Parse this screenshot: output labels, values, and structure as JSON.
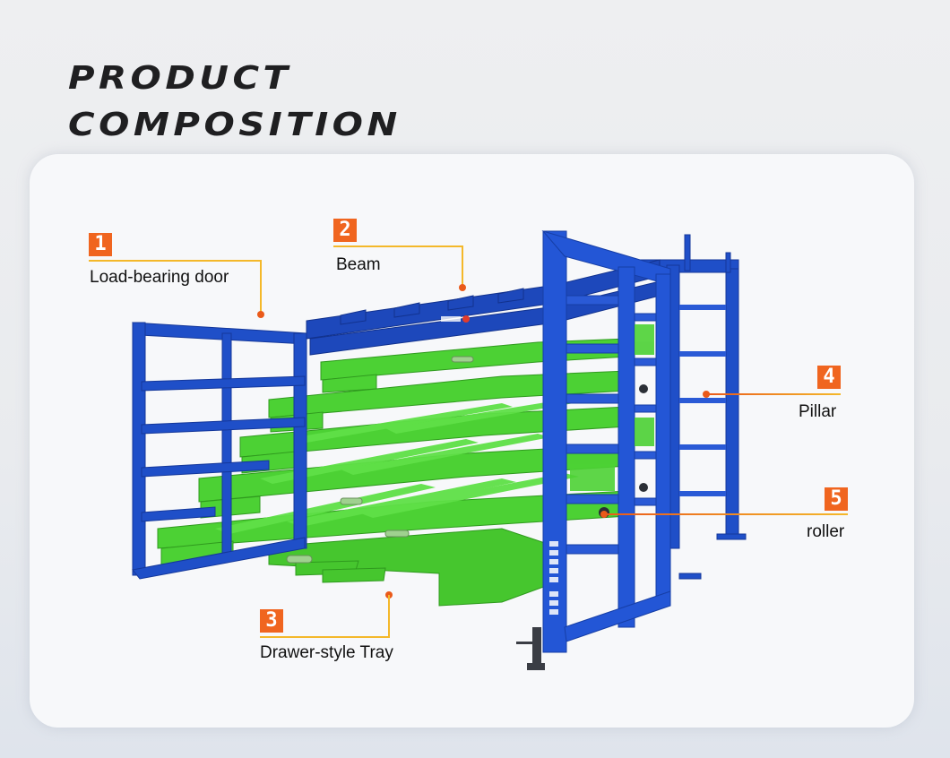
{
  "header": {
    "title_line1": "PRODUCT",
    "title_line2": "COMPOSITION"
  },
  "colors": {
    "badge": "#f0651f",
    "leader_line": "#f4b82a",
    "leader_dot": "#ea5a1a",
    "frame_blue": "#1f4fc8",
    "tray_green": "#4cd134",
    "card_bg": "#f7f8fa"
  },
  "callouts": [
    {
      "number": "1",
      "label": "Load-bearing door"
    },
    {
      "number": "2",
      "label": "Beam"
    },
    {
      "number": "3",
      "label": "Drawer-style Tray"
    },
    {
      "number": "4",
      "label": "Pillar"
    },
    {
      "number": "5",
      "label": "roller"
    }
  ],
  "product_image": {
    "description": "Blue steel drawer-type sheet metal storage rack with green pull-out trays"
  }
}
